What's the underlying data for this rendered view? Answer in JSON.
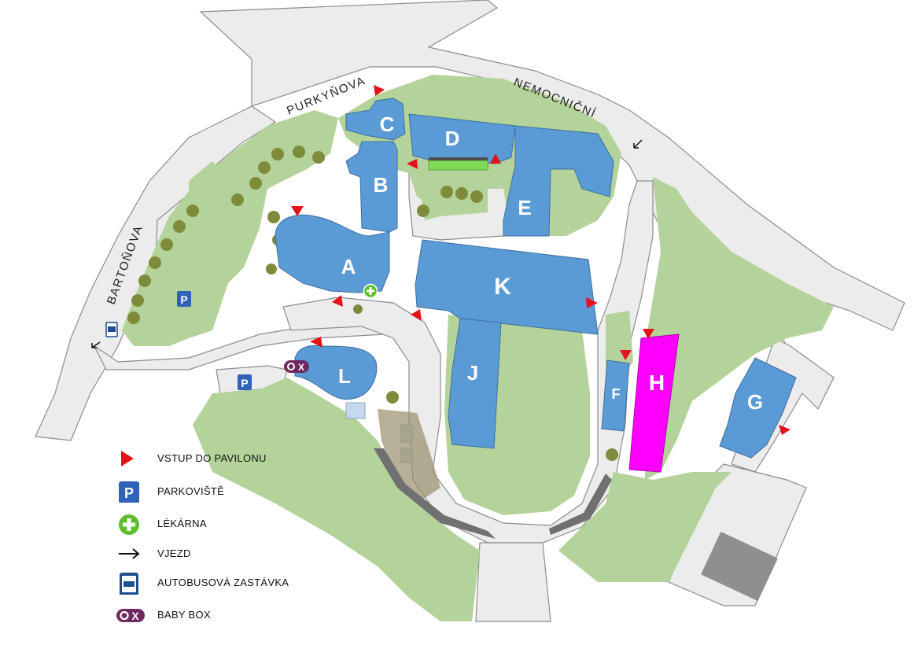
{
  "map": {
    "streets": {
      "purkynova": "PURKYŇOVA",
      "nemocnicni": "NEMOCNIČNÍ",
      "bartonova": "BARTOŇOVA"
    },
    "buildings": [
      "A",
      "B",
      "C",
      "D",
      "E",
      "F",
      "G",
      "H",
      "J",
      "K",
      "L"
    ],
    "parking_symbol": "P",
    "babybox_symbol": "X",
    "colors": {
      "building": "#5b9bd5",
      "building_h": "#ff00ff",
      "grass": "#b4d39a",
      "road": "#ececec",
      "road_edge": "#8c8c8c",
      "entrance": "#e2141b",
      "parking": "#2f62b8",
      "pharmacy": "#5cbf2a",
      "babybox": "#6e2a5f"
    }
  },
  "legend": {
    "entrance": "VSTUP DO PAVILONU",
    "parking": "PARKOVIŠTĚ",
    "pharmacy": "LÉKÁRNA",
    "entry_road": "VJEZD",
    "bus_stop": "AUTOBUSOVÁ ZASTÁVKA",
    "babybox": "BABY BOX"
  }
}
